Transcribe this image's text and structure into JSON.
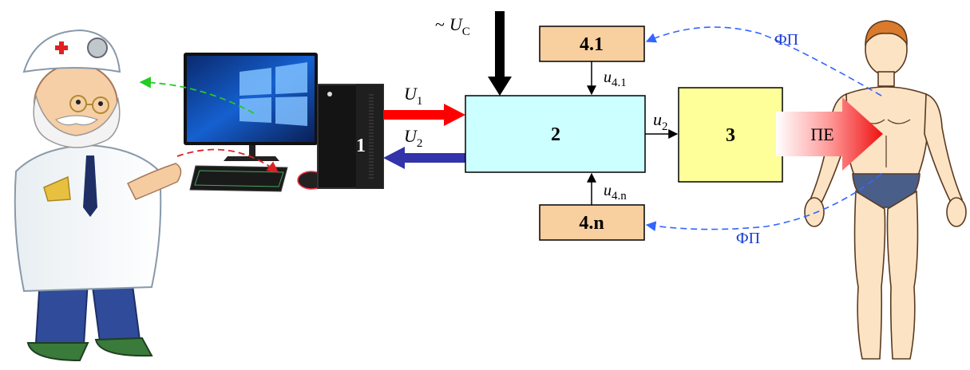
{
  "blocks": {
    "computer": "1",
    "controller": "2",
    "emitter": "3",
    "sensor_top": "4.1",
    "sensor_bottom": "4.n"
  },
  "signals": {
    "source_tilde": "~",
    "source_var": "U",
    "source_sub": "C",
    "u1_var": "U",
    "u1_sub": "1",
    "u2_var": "U",
    "u2_sub": "2",
    "out_var": "u",
    "out_sub": "2",
    "s41_var": "u",
    "s41_sub": "4.1",
    "s4n_var": "u",
    "s4n_sub": "4.n"
  },
  "labels": {
    "fp_top": "ФП",
    "fp_bottom": "ФП",
    "pe": "ПЕ"
  },
  "colors": {
    "controller_fill": "#ccffff",
    "emitter_fill": "#ffff99",
    "sensor_fill": "#f8cf9f",
    "arrow_u1": "#ff0000",
    "arrow_u2": "#3333aa",
    "dashed_blue": "#3366ff",
    "dashed_green": "#22cc22",
    "dashed_red": "#dd2222"
  },
  "illustrations": {
    "left": "doctor-cartoon",
    "computer": "desktop-computer",
    "right": "human-body-figure"
  }
}
